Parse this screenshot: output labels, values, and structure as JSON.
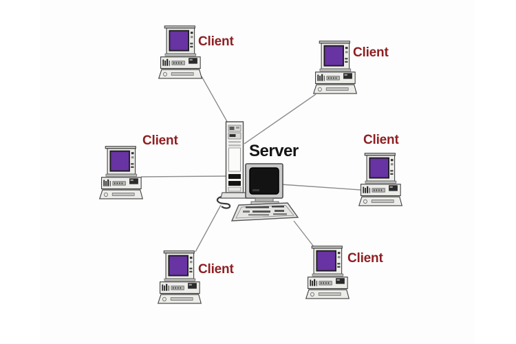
{
  "diagram": {
    "server": {
      "label": "Server"
    },
    "clients": [
      {
        "position": "top-left",
        "label": "Client"
      },
      {
        "position": "top-right",
        "label": "Client"
      },
      {
        "position": "middle-left",
        "label": "Client"
      },
      {
        "position": "middle-right",
        "label": "Client"
      },
      {
        "position": "bottom-left",
        "label": "Client"
      },
      {
        "position": "bottom-right",
        "label": "Client"
      }
    ],
    "colors": {
      "client_label": "#8e1f22",
      "server_label": "#141414",
      "monitor_screen_purple": "#6833a2",
      "server_screen_black": "#131313",
      "connection_line_gray": "#8c8c8c"
    }
  }
}
